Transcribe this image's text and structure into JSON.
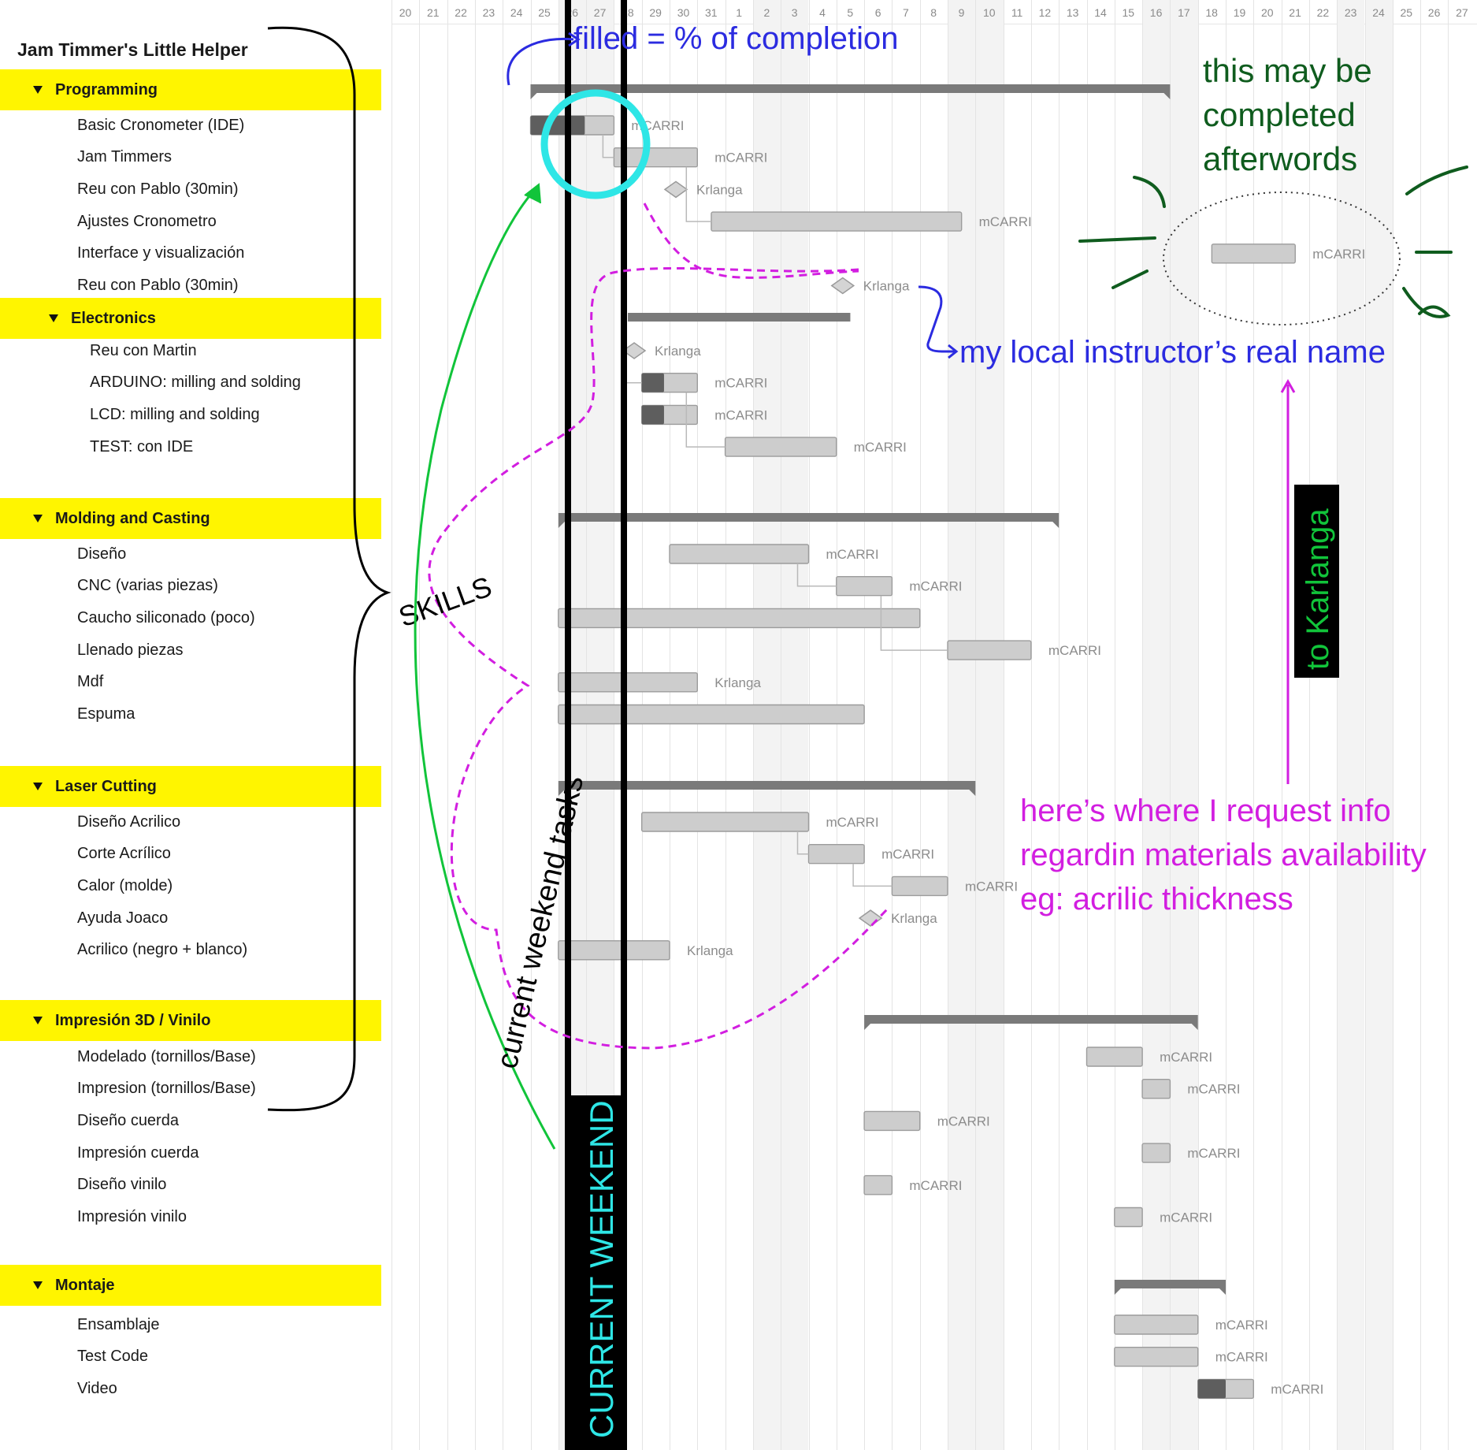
{
  "app": {
    "title": "Jam Timmer's Little Helper"
  },
  "timeline": {
    "days": [
      "20",
      "21",
      "22",
      "23",
      "24",
      "25",
      "26",
      "27",
      "28",
      "29",
      "30",
      "31",
      "1",
      "2",
      "3",
      "4",
      "5",
      "6",
      "7",
      "8",
      "9",
      "10",
      "11",
      "12",
      "13",
      "14",
      "15",
      "16",
      "17",
      "18",
      "19",
      "20",
      "21",
      "22",
      "23",
      "24",
      "25",
      "26",
      "27"
    ],
    "weekend_days": [
      6,
      7,
      13,
      14,
      20,
      21,
      27,
      28,
      34,
      35
    ]
  },
  "groups": [
    {
      "name": "Programming",
      "level": 0,
      "tasks": [
        {
          "name": "Basic Cronometer (IDE)",
          "assignee": "mCARRI",
          "type": "task",
          "start": 5,
          "dur": 3,
          "progress": 0.65
        },
        {
          "name": "Jam Timmers",
          "assignee": "mCARRI",
          "type": "task",
          "start": 8,
          "dur": 3,
          "progress": 0
        },
        {
          "name": "Reu con Pablo (30min)",
          "assignee": "Krlanga",
          "type": "milestone",
          "start": 10
        },
        {
          "name": "Ajustes Cronometro",
          "assignee": "mCARRI",
          "type": "task",
          "start": 11.5,
          "dur": 9,
          "progress": 0
        },
        {
          "name": "Interface y visualización",
          "assignee": "mCARRI",
          "type": "task",
          "start": 29.5,
          "dur": 3,
          "progress": 0
        },
        {
          "name": "Reu con Pablo (30min)",
          "assignee": "Krlanga",
          "type": "milestone",
          "start": 16
        }
      ]
    },
    {
      "name": "Electronics",
      "level": 1,
      "tasks": [
        {
          "name": "Reu con Martin",
          "assignee": "Krlanga",
          "type": "milestone",
          "start": 8.5
        },
        {
          "name": "ARDUINO: milling and solding",
          "assignee": "mCARRI",
          "type": "task",
          "start": 9,
          "dur": 2,
          "progress": 0.4
        },
        {
          "name": "LCD: milling and solding",
          "assignee": "mCARRI",
          "type": "task",
          "start": 9,
          "dur": 2,
          "progress": 0.4
        },
        {
          "name": "TEST: con IDE",
          "assignee": "mCARRI",
          "type": "task",
          "start": 12,
          "dur": 4,
          "progress": 0
        }
      ]
    },
    {
      "name": "Molding and Casting",
      "level": 0,
      "tasks": [
        {
          "name": "Diseño",
          "assignee": "mCARRI",
          "type": "task",
          "start": 10,
          "dur": 5,
          "progress": 0
        },
        {
          "name": "CNC (varias piezas)",
          "assignee": "mCARRI",
          "type": "task",
          "start": 16,
          "dur": 2,
          "progress": 0
        },
        {
          "name": "Caucho siliconado (poco)",
          "assignee": "",
          "type": "task",
          "start": 6,
          "dur": 13,
          "progress": 0
        },
        {
          "name": "Llenado piezas",
          "assignee": "mCARRI",
          "type": "task",
          "start": 20,
          "dur": 3,
          "progress": 0
        },
        {
          "name": "Mdf",
          "assignee": "Krlanga",
          "type": "task",
          "start": 6,
          "dur": 5,
          "progress": 0
        },
        {
          "name": "Espuma",
          "assignee": "",
          "type": "task",
          "start": 6,
          "dur": 11,
          "progress": 0
        }
      ]
    },
    {
      "name": "Laser Cutting",
      "level": 0,
      "tasks": [
        {
          "name": "Diseño Acrilico",
          "assignee": "mCARRI",
          "type": "task",
          "start": 9,
          "dur": 6,
          "progress": 0
        },
        {
          "name": "Corte Acrílico",
          "assignee": "mCARRI",
          "type": "task",
          "start": 15,
          "dur": 2,
          "progress": 0
        },
        {
          "name": "Calor (molde)",
          "assignee": "mCARRI",
          "type": "task",
          "start": 18,
          "dur": 2,
          "progress": 0
        },
        {
          "name": "Ayuda Joaco",
          "assignee": "Krlanga",
          "type": "milestone",
          "start": 17
        },
        {
          "name": "Acrilico (negro + blanco)",
          "assignee": "Krlanga",
          "type": "task",
          "start": 6,
          "dur": 4,
          "progress": 0
        }
      ]
    },
    {
      "name": "Impresión 3D / Vinilo",
      "level": 0,
      "tasks": [
        {
          "name": "Modelado (tornillos/Base)",
          "assignee": "mCARRI",
          "type": "task",
          "start": 25,
          "dur": 2,
          "progress": 0
        },
        {
          "name": "Impresion (tornillos/Base)",
          "assignee": "mCARRI",
          "type": "task",
          "start": 27,
          "dur": 1,
          "progress": 0
        },
        {
          "name": "Diseño cuerda",
          "assignee": "mCARRI",
          "type": "task",
          "start": 17,
          "dur": 2,
          "progress": 0
        },
        {
          "name": "Impresión cuerda",
          "assignee": "mCARRI",
          "type": "task",
          "start": 27,
          "dur": 1,
          "progress": 0
        },
        {
          "name": "Diseño vinilo",
          "assignee": "mCARRI",
          "type": "task",
          "start": 17,
          "dur": 1,
          "progress": 0
        },
        {
          "name": "Impresión vinilo",
          "assignee": "mCARRI",
          "type": "task",
          "start": 26,
          "dur": 1,
          "progress": 0
        }
      ]
    },
    {
      "name": "Montaje",
      "level": 0,
      "tasks": [
        {
          "name": "Ensamblaje",
          "assignee": "mCARRI",
          "type": "task",
          "start": 26,
          "dur": 3,
          "progress": 0
        },
        {
          "name": "Test Code",
          "assignee": "mCARRI",
          "type": "task",
          "start": 26,
          "dur": 3,
          "progress": 0
        },
        {
          "name": "Video",
          "assignee": "mCARRI",
          "type": "task",
          "start": 29,
          "dur": 2,
          "progress": 0.5
        }
      ]
    }
  ],
  "annotations": {
    "filled": "filled = % of completion",
    "completed_later": [
      "this may be",
      "completed",
      "afterwords"
    ],
    "instructor": "my local instructor’s real name",
    "to_karlanga": "to Karlanga",
    "request_info": [
      "here’s where I request info",
      "regardin materials availability",
      "eg: acrilic thickness"
    ],
    "skills": "SKILLS",
    "weekend_tasks": "current weekend tasks",
    "current_weekend": "CURRENT WEEKEND"
  },
  "colors": {
    "highlight": "#fff500",
    "bar_fill": "#cdcdcd",
    "bar_progress": "#5e5e5e",
    "summary_bar": "#7a7a7a",
    "annotation_blue": "#2b2be0",
    "annotation_green": "#0f5c1e",
    "annotation_magenta": "#d21ee0",
    "annotation_lime": "#11c43a",
    "annotation_cyan": "#2ee6e6"
  }
}
